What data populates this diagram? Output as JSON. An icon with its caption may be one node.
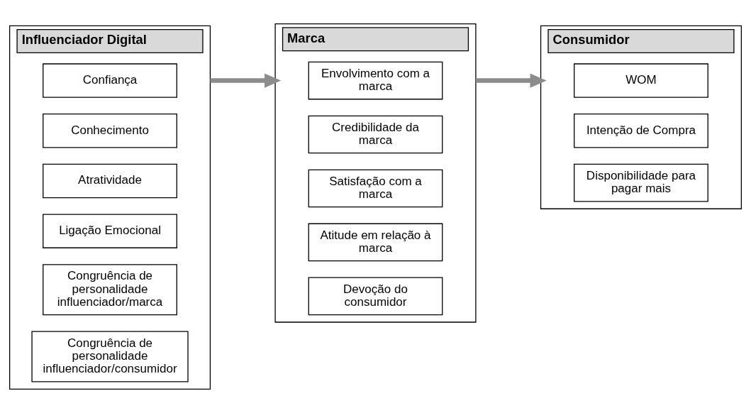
{
  "diagram": {
    "nodes": [
      {
        "text": [
          "Influenciador Digital"
        ]
      },
      {
        "text": [
          "Confiança"
        ],
        "in": 0
      },
      {
        "text": [
          "Conhecimento"
        ],
        "in": 0
      },
      {
        "text": [
          "Atratividade"
        ],
        "in": 0
      },
      {
        "text": [
          "Ligação Emocional"
        ],
        "in": 0
      },
      {
        "text": [
          "Congruência de personalidade influenciador/marca"
        ],
        "in": 0
      },
      {
        "text": [
          "Congruência de personalidade influenciador/consumidor"
        ],
        "in": 0
      },
      {
        "text": [
          "Marca"
        ]
      },
      {
        "text": [
          "Envolvimento com a marca"
        ],
        "in": 7
      },
      {
        "text": [
          "Credibilidade da marca"
        ],
        "in": 7
      },
      {
        "text": [
          "Satisfação com a marca"
        ],
        "in": 7
      },
      {
        "text": [
          "Atitude em relação à marca"
        ],
        "in": 7
      },
      {
        "text": [
          "Devoção do consumidor"
        ],
        "in": 7
      },
      {
        "text": [
          "Consumidor"
        ]
      },
      {
        "text": [
          "WOM"
        ],
        "in": 13
      },
      {
        "text": [
          "Intenção de Compra"
        ],
        "in": 13
      },
      {
        "text": [
          "Disponibilidade para pagar mais"
        ],
        "in": 13
      }
    ],
    "edges": [
      {
        "from": 0,
        "to": 7,
        "arrow": "to"
      },
      {
        "from": 7,
        "to": 13,
        "arrow": "to"
      }
    ]
  }
}
